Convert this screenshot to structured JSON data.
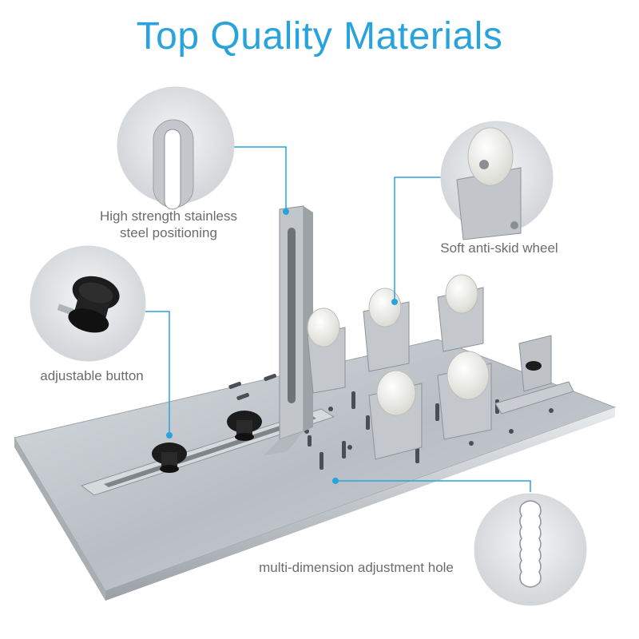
{
  "header": {
    "title": "Top Quality Materials"
  },
  "callouts": {
    "slot": {
      "label_line1": "High strength stainless",
      "label_line2": "steel positioning"
    },
    "knob": {
      "label": "adjustable button"
    },
    "wheel": {
      "label": "Soft anti-skid wheel"
    },
    "hole": {
      "label": "multi-dimension adjustment hole"
    }
  },
  "colors": {
    "accent": "#29a3dc",
    "label_text": "#6c6c6c",
    "steel": "#c9cdd2",
    "knob": "#1c1c1c",
    "wheel": "#f2f2ef"
  },
  "icons": {
    "knob": "star-knob-icon",
    "wheel": "caster-wheel-icon",
    "slot": "slotted-bracket-icon",
    "hole": "scalloped-hole-icon"
  }
}
